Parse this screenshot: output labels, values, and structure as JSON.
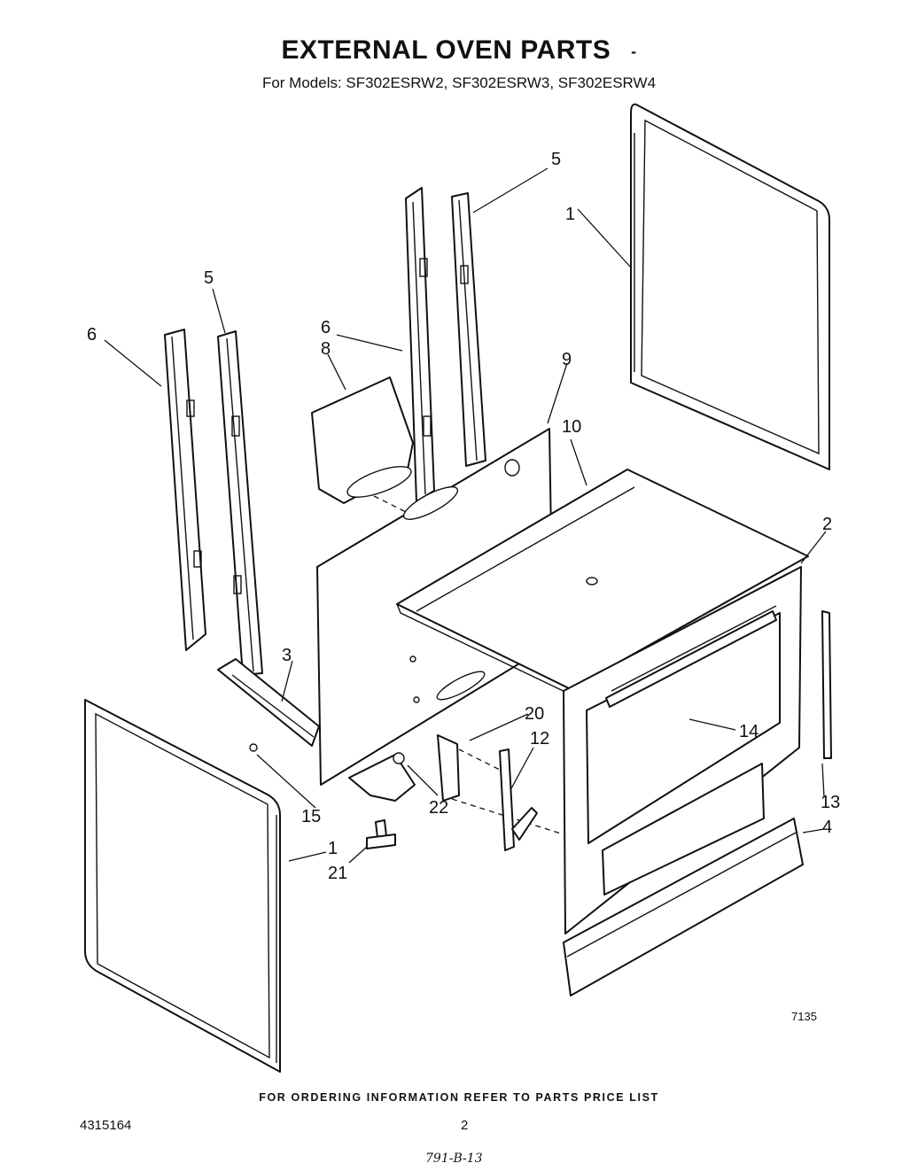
{
  "title": "EXTERNAL OVEN PARTS",
  "title_mark": "-",
  "subtitle": "For Models: SF302ESRW2, SF302ESRW3, SF302ESRW4",
  "figure_number": "7135",
  "footer_note": "FOR ORDERING INFORMATION REFER TO PARTS PRICE LIST",
  "document_number": "4315164",
  "page_number": "2",
  "handwritten_note": "791-B-13",
  "callouts": {
    "side_panel_right": "1",
    "side_panel_left": "1",
    "front_frame": "2",
    "base_trim": "3",
    "toe_kick": "4",
    "rear_upright_right": "5",
    "rear_upright_left": "5",
    "front_upright_left": "6",
    "front_upright_center": "6",
    "vent_duct": "8",
    "back_panel": "9",
    "top_panel": "10",
    "hinge": "12",
    "side_trim": "13",
    "upper_trim": "14",
    "screw": "15",
    "bracket": "20",
    "leveling_leg": "21",
    "clip": "22"
  }
}
